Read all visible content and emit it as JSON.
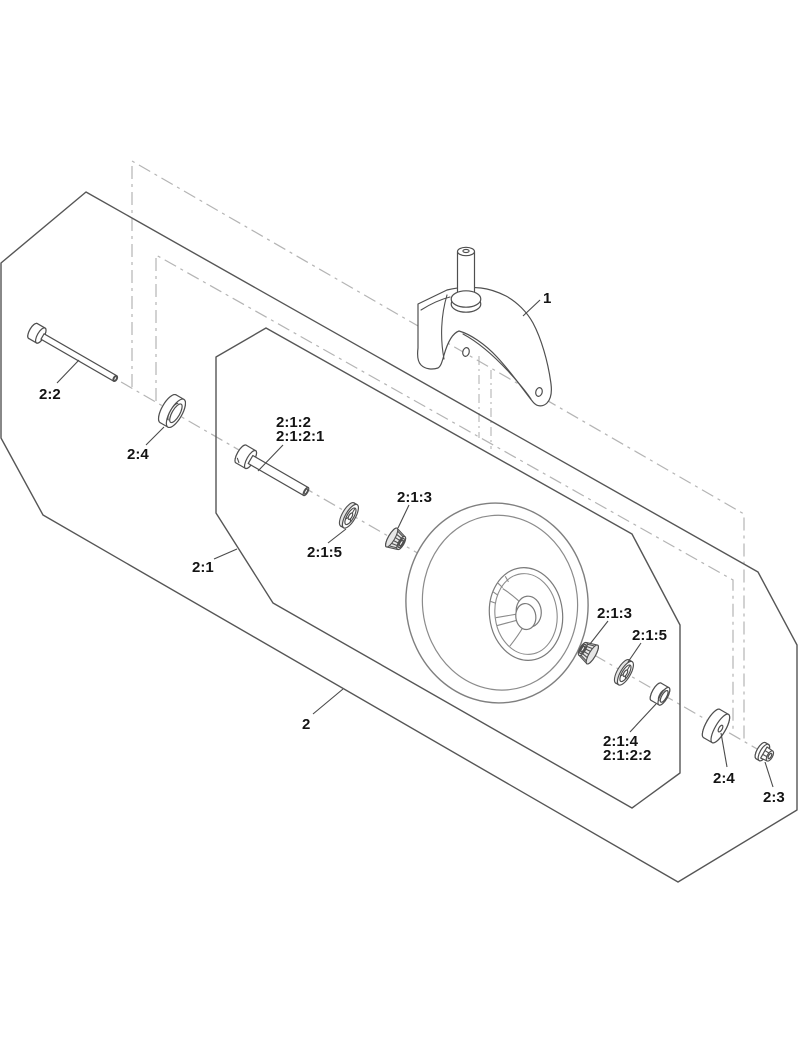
{
  "figure": {
    "type": "exploded-parts-diagram",
    "subject": "caster-wheel-assembly",
    "colors": {
      "background": "#ffffff",
      "line": "#4f4f4f",
      "panel_line": "#565656",
      "phantom_line": "#b4b4b4",
      "tire_line": "#7f7f7f",
      "label_text": "#141414"
    },
    "callouts": [
      {
        "id": "part-1",
        "text": "1"
      },
      {
        "id": "part-2-2",
        "text": "2:2"
      },
      {
        "id": "part-2-4-left",
        "text": "2:4"
      },
      {
        "id": "part-2-1-2",
        "text": "2:1:2"
      },
      {
        "id": "part-2-1-2-1",
        "text": "2:1:2:1"
      },
      {
        "id": "part-2-1-5-left",
        "text": "2:1:5"
      },
      {
        "id": "part-2-1-3-left",
        "text": "2:1:3"
      },
      {
        "id": "part-2-1",
        "text": "2:1"
      },
      {
        "id": "part-2",
        "text": "2"
      },
      {
        "id": "part-2-1-3-right",
        "text": "2:1:3"
      },
      {
        "id": "part-2-1-5-right",
        "text": "2:1:5"
      },
      {
        "id": "part-2-1-4",
        "text": "2:1:4"
      },
      {
        "id": "part-2-1-2-2",
        "text": "2:1:2:2"
      },
      {
        "id": "part-2-4-right",
        "text": "2:4"
      },
      {
        "id": "part-2-3",
        "text": "2:3"
      }
    ]
  }
}
